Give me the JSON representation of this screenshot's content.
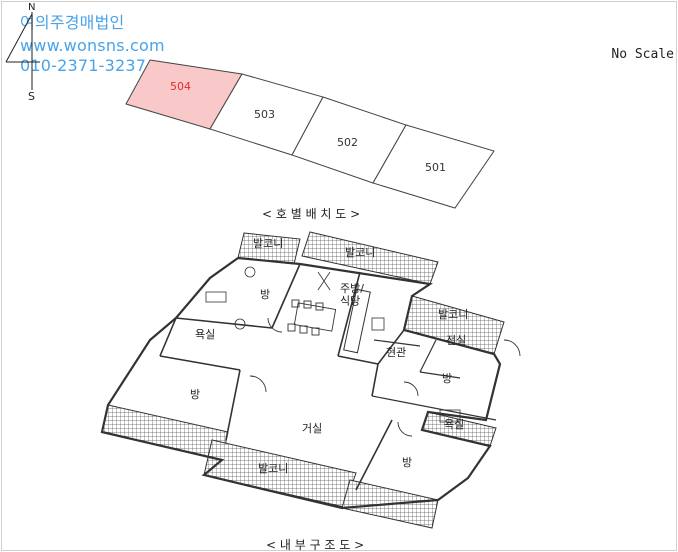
{
  "watermark": {
    "company": "여의주경매법인",
    "website": "www.wonsns.com",
    "phone": "010-2371-3237"
  },
  "compass": {
    "north": "N",
    "south": "S"
  },
  "scale_note": "No Scale",
  "unit_layout": {
    "title": "< 호 별 배 치 도 >",
    "units": [
      {
        "label": "504",
        "highlighted": true
      },
      {
        "label": "503",
        "highlighted": false
      },
      {
        "label": "502",
        "highlighted": false
      },
      {
        "label": "501",
        "highlighted": false
      }
    ],
    "highlight_fill": "#f9c8c8",
    "highlight_text": "#e03030"
  },
  "floor_plan": {
    "title": "< 내 부 구 조 도 >",
    "rooms": {
      "balcony_top_left": "발코니",
      "balcony_top": "발코니",
      "balcony_right": "발코니",
      "balcony_bottom": "발코니",
      "room_north": "방",
      "kitchen": "주방/\n식당",
      "bath_left": "욕실",
      "bath_right": "욕실",
      "utility": "현관",
      "dress": "전실",
      "room_left": "방",
      "living": "거실",
      "room_right_small": "방",
      "room_right_large": "방"
    }
  }
}
